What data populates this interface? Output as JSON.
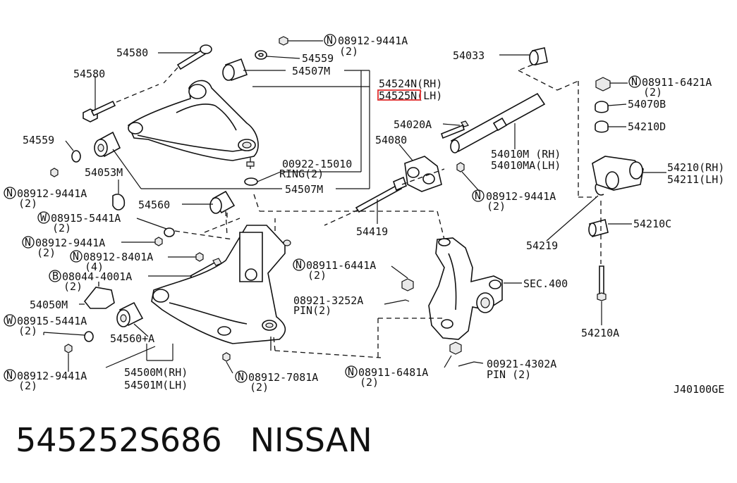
{
  "diagram": {
    "code": "J40100GE",
    "labels": {
      "p54580_top": "54580",
      "p54580_left": "54580",
      "p54559_top": "54559",
      "p54559_left": "54559",
      "p54507m_top": "54507M",
      "p54507m_bot": "54507M",
      "p54524n": "54524N(RH)",
      "p54525n": "54525N(LH)",
      "p54053m": "54053M",
      "n08912_9441a_top": "08912-9441A",
      "n08912_9441a_top_q": "(2)",
      "n08912_9441a_l1": "08912-9441A",
      "n08912_9441a_l1_q": "(2)",
      "p00922": "00922-15010",
      "ring2": "RING(2)",
      "p54033": "54033",
      "p54020a": "54020A",
      "p54080": "54080",
      "p54010m": "54010M (RH)",
      "p54010ma": "54010MA(LH)",
      "n08912_9441a_mid": "08912-9441A",
      "n08912_9441a_mid_q": "(2)",
      "p54419": "54419",
      "p54560": "54560",
      "w08915_5441a_1": "08915-5441A",
      "w08915_5441a_1_q": "(2)",
      "n08912_9441a_l2": "08912-9441A",
      "n08912_9441a_l2_q": "(2)",
      "n08912_8401a": "08912-8401A",
      "n08912_8401a_q": "(4)",
      "b08044_4001a": "08044-4001A",
      "b08044_4001a_q": "(2)",
      "p54050m": "54050M",
      "w08915_5441a_2": "08915-5441A",
      "w08915_5441a_2_q": "(2)",
      "p54560a": "54560+A",
      "n08912_9441a_l3": "08912-9441A",
      "n08912_9441a_l3_q": "(2)",
      "p54500m": "54500M(RH)",
      "p54501m": "54501M(LH)",
      "n08912_7081a": "08912-7081A",
      "n08912_7081a_q": "(2)",
      "n08911_6441a": "08911-6441A",
      "n08911_6441a_q": "(2)",
      "p08921": "08921-3252A",
      "pin2_a": "PIN(2)",
      "n08911_6481a": "08911-6481A",
      "n08911_6481a_q": "(2)",
      "p00921": "00921-4302A",
      "pin2_b": "PIN (2)",
      "sec400": "SEC.400",
      "n08911_6421a": "08911-6421A",
      "n08911_6421a_q": "(2)",
      "p54070b": "54070B",
      "p54210d": "54210D",
      "p54210": "54210(RH)",
      "p54211": "54211(LH)",
      "p54210c": "54210C",
      "p54219": "54219",
      "p54210a": "54210A",
      "sym_n": "N",
      "sym_w": "W",
      "sym_b": "B"
    },
    "highlight_color": "#e03030"
  },
  "footer": {
    "part_number": "545252S686",
    "brand": "NISSAN"
  }
}
